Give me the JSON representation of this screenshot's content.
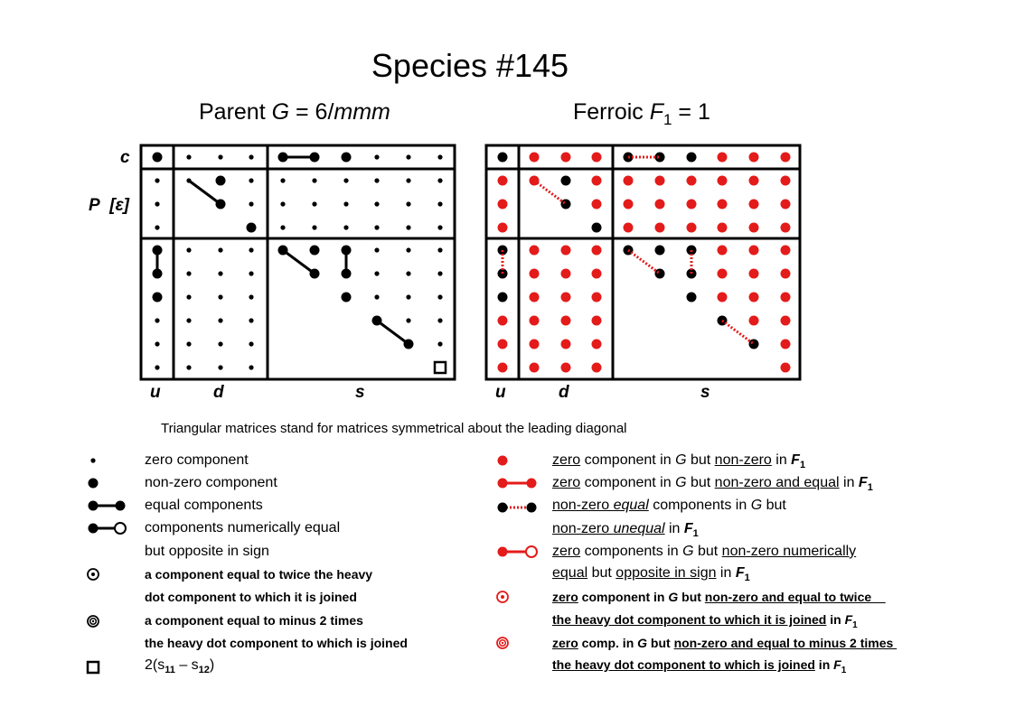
{
  "title": "Species  #145",
  "parent": {
    "label": "Parent ",
    "symbol": "G",
    "eq": " = 6/",
    "group": "mmm"
  },
  "ferroic": {
    "label": "Ferroic ",
    "symbol": "F",
    "sub": "1",
    "eq": " = 1"
  },
  "row_labels": {
    "c": "c",
    "p": "P",
    "eps": "[ε]"
  },
  "col_labels": {
    "u": "u",
    "d": "d",
    "s": "s"
  },
  "note": "Triangular matrices stand for matrices symmetrical about the leading diagonal",
  "legend_left": [
    {
      "icon": "small-dot",
      "text": "zero component"
    },
    {
      "icon": "big-dot",
      "text": "non-zero component"
    },
    {
      "icon": "equal-line",
      "text": "equal components"
    },
    {
      "icon": "opposite-line",
      "text": "components numerically equal"
    },
    {
      "icon": "none",
      "text": "but opposite in sign"
    },
    {
      "icon": "twice-dot",
      "text": "a component equal to twice the heavy"
    },
    {
      "icon": "none",
      "text": "dot component to which it is joined"
    },
    {
      "icon": "minus2-dot",
      "text": "a component equal to minus 2 times"
    },
    {
      "icon": "none",
      "text": "the heavy dot component to which is joined"
    },
    {
      "icon": "square",
      "text": "2(s11 – s12)"
    }
  ],
  "legend_right": {
    "r1": {
      "a": "zero",
      "b": " component in ",
      "g": "G",
      "c": " but ",
      "d": "non-zero",
      "e": " in ",
      "f": "F",
      "s": "1"
    },
    "r2": {
      "a": "zero",
      "b": " component in ",
      "g": "G",
      "c": " but ",
      "d": "non-zero and equal",
      "e": " in ",
      "f": "F",
      "s": "1"
    },
    "r3": {
      "a": "non-zero ",
      "b": "equal",
      "c": "  components in ",
      "g": "G",
      "d": " but"
    },
    "r4": {
      "a": "non-zero ",
      "b": "unequal",
      "c": "  in ",
      "f": "F",
      "s": "1"
    },
    "r5": {
      "a": "zero",
      "b": " components in ",
      "g": "G",
      "c": " but ",
      "d": "non-zero numerically "
    },
    "r6": {
      "a": "equal",
      "b": " but ",
      "c": "opposite in sign",
      "d": " in ",
      "f": "F",
      "s": "1"
    },
    "r7": {
      "a": "zero",
      "b": " component in ",
      "g": "G",
      "c": " but ",
      "d": "non-zero and equal to twice    "
    },
    "r8": {
      "a": "the heavy dot component to which it is joined",
      "b": " in ",
      "f": "F",
      "s": "1"
    },
    "r9": {
      "a": "zero",
      "b": " comp. in ",
      "g": "G",
      "c": " but ",
      "d": "non-zero and equal to minus 2 times "
    },
    "r10": {
      "a": "the heavy dot component to which is joined",
      "b": " in ",
      "f": "F",
      "s": "1"
    }
  },
  "square_formula": {
    "a": "2(s",
    "s1": "11",
    "b": " – s",
    "s2": "12",
    "c": ")"
  },
  "colors": {
    "red": "#e41b1b",
    "black": "#000000"
  }
}
